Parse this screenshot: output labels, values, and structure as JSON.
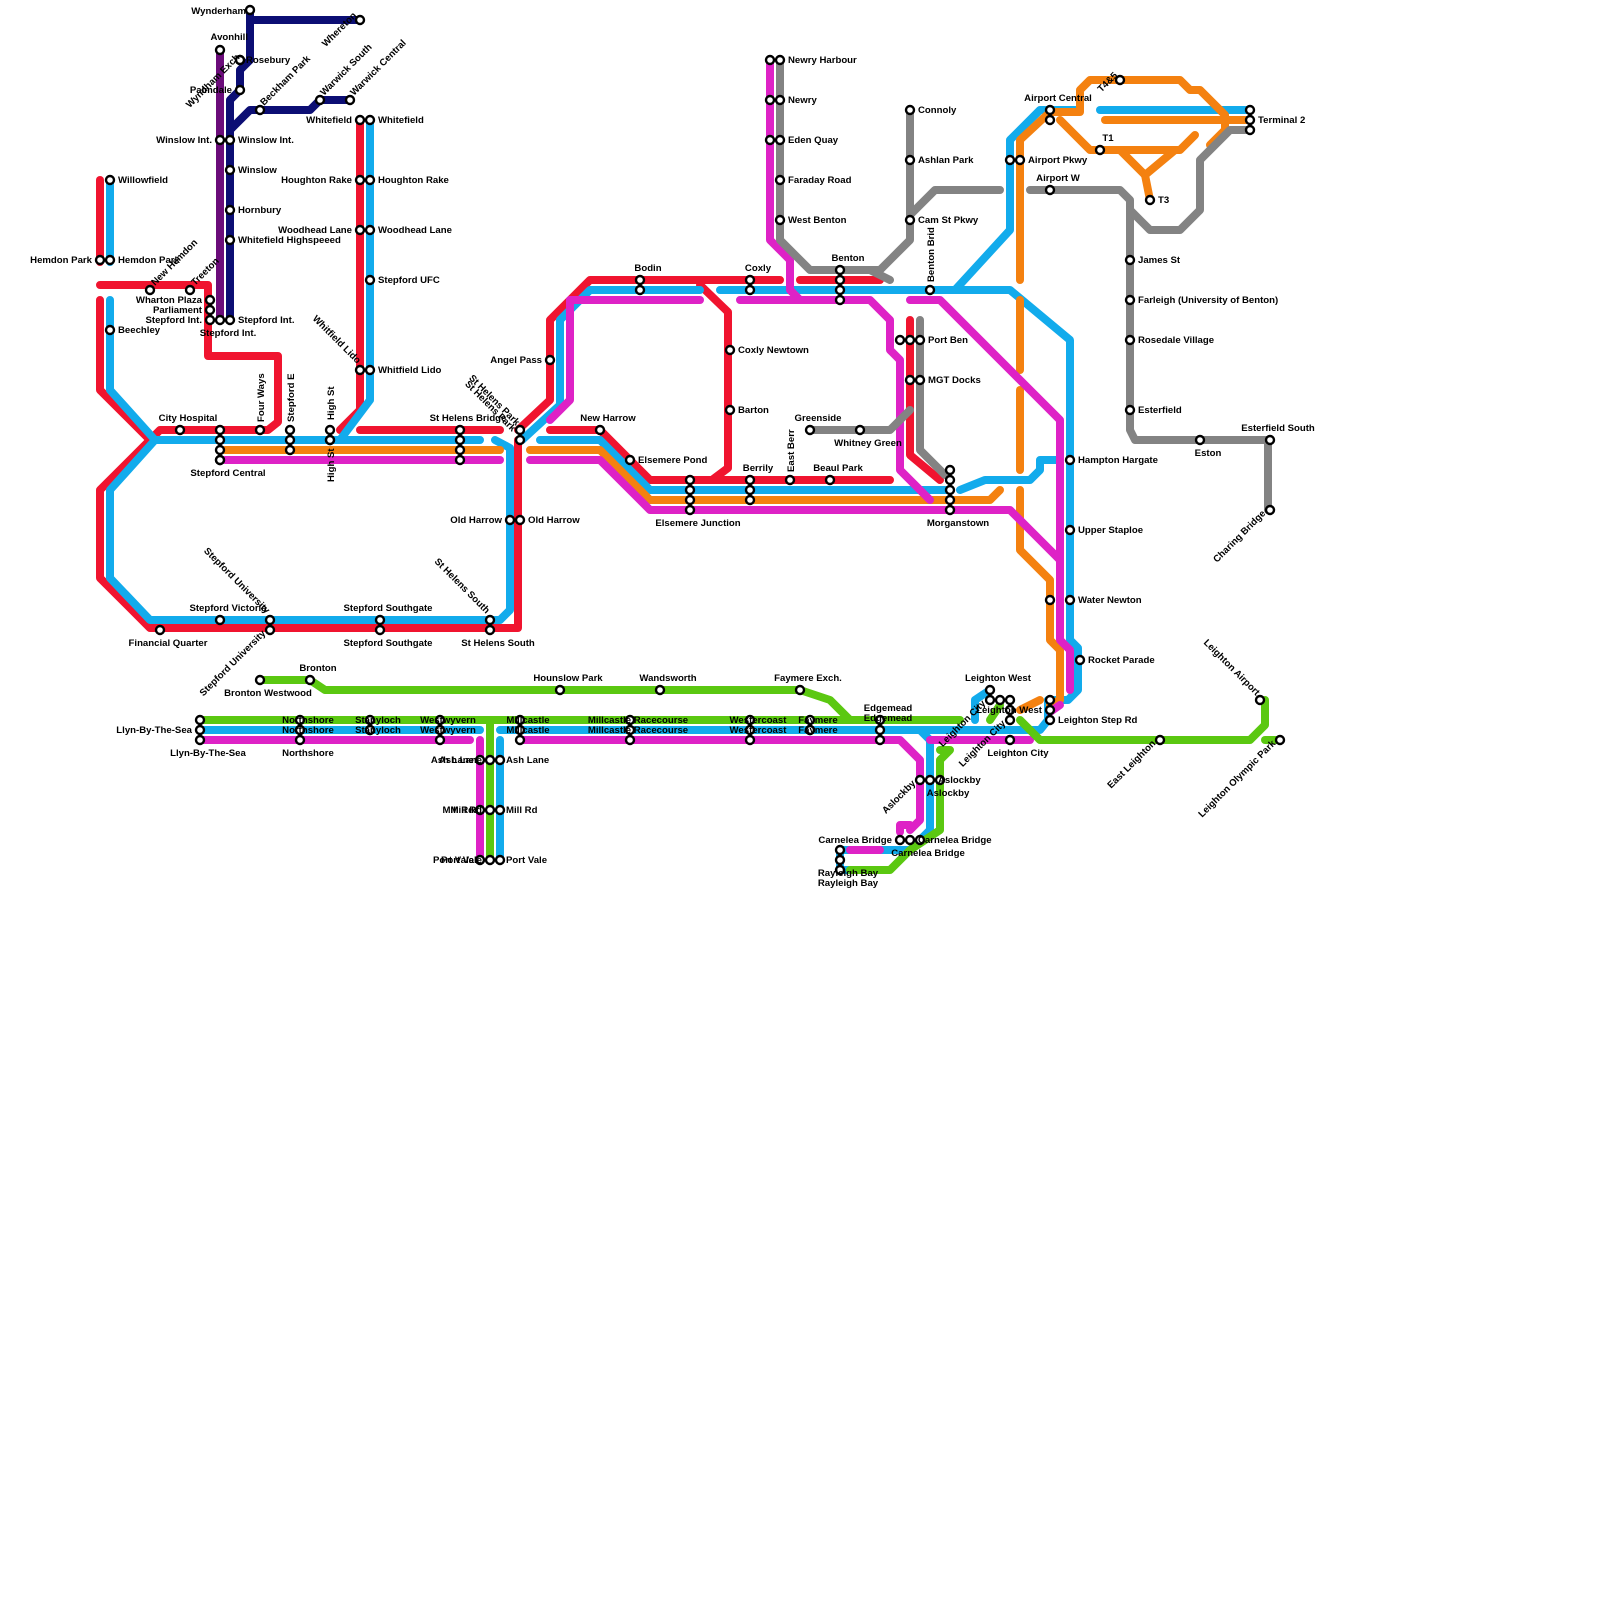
{
  "map": {
    "colors": {
      "red": "#f0142f",
      "blue": "#12abec",
      "orange": "#f48110",
      "magenta": "#de22c6",
      "grey": "#838383",
      "green": "#5bc811",
      "navy": "#0c0e74",
      "purple": "#6b0c7a"
    },
    "stations": [
      {
        "id": "wynderham",
        "label": "Wynderham"
      },
      {
        "id": "whereton",
        "label": "Whereton"
      },
      {
        "id": "avonhill",
        "label": "Avonhill"
      },
      {
        "id": "wyndham_exch",
        "label": "Wyndham Exch."
      },
      {
        "id": "rosebury",
        "label": "Rosebury"
      },
      {
        "id": "palmdale",
        "label": "Palmdale"
      },
      {
        "id": "beckham_park",
        "label": "Beckham Park"
      },
      {
        "id": "warwick_south",
        "label": "Warwick South"
      },
      {
        "id": "warwick_central",
        "label": "Warwick Central"
      },
      {
        "id": "winslow_int_l",
        "label": "Winslow Int."
      },
      {
        "id": "winslow_int_r",
        "label": "Winslow Int."
      },
      {
        "id": "winslow",
        "label": "Winslow"
      },
      {
        "id": "hornbury",
        "label": "Hornbury"
      },
      {
        "id": "whitefield_highspeed",
        "label": "Whitefield Highspeeed"
      },
      {
        "id": "whitefield_l",
        "label": "Whitefield"
      },
      {
        "id": "whitefield_r",
        "label": "Whitefield"
      },
      {
        "id": "houghton_rake_l",
        "label": "Houghton Rake"
      },
      {
        "id": "houghton_rake_r",
        "label": "Houghton Rake"
      },
      {
        "id": "woodhead_lane_l",
        "label": "Woodhead Lane"
      },
      {
        "id": "woodhead_lane_r",
        "label": "Woodhead Lane"
      },
      {
        "id": "stepford_ufc",
        "label": "Stepford UFC"
      },
      {
        "id": "whitfield_lido_l",
        "label": "Whitfield Lido"
      },
      {
        "id": "whitfield_lido_r",
        "label": "Whitfield Lido"
      },
      {
        "id": "willowfield",
        "label": "Willowfield"
      },
      {
        "id": "hemdon_park_l",
        "label": "Hemdon Park"
      },
      {
        "id": "hemdon_park_r",
        "label": "Hemdon Park"
      },
      {
        "id": "new_hemdon",
        "label": "New Hemdon"
      },
      {
        "id": "beechley",
        "label": "Beechley"
      },
      {
        "id": "treeton",
        "label": "Treeton"
      },
      {
        "id": "wharton_plaza",
        "label": "Wharton Plaza"
      },
      {
        "id": "parliament",
        "label": "Parliament"
      },
      {
        "id": "stepford_int_l",
        "label": "Stepford Int."
      },
      {
        "id": "stepford_int_b",
        "label": "Stepford Int."
      },
      {
        "id": "stepford_int_r",
        "label": "Stepford Int."
      },
      {
        "id": "city_hospital",
        "label": "City Hospital"
      },
      {
        "id": "four_ways",
        "label": "Four Ways"
      },
      {
        "id": "stepford_e",
        "label": "Stepford E"
      },
      {
        "id": "high_st_a",
        "label": "High St"
      },
      {
        "id": "high_st_b",
        "label": "High St"
      },
      {
        "id": "stepford_central",
        "label": "Stepford Central"
      },
      {
        "id": "st_helens_bridge",
        "label": "St Helens Bridge"
      },
      {
        "id": "st_helens_park_a",
        "label": "St Helens Park"
      },
      {
        "id": "st_helens_park_b",
        "label": "St Helens Park"
      },
      {
        "id": "angel_pass",
        "label": "Angel Pass"
      },
      {
        "id": "new_harrow",
        "label": "New Harrow"
      },
      {
        "id": "old_harrow_l",
        "label": "Old Harrow"
      },
      {
        "id": "old_harrow_r",
        "label": "Old Harrow"
      },
      {
        "id": "stepford_victoria",
        "label": "Stepford Victoria"
      },
      {
        "id": "stepford_university_a",
        "label": "Stepford University"
      },
      {
        "id": "stepford_university_b",
        "label": "Stepford University"
      },
      {
        "id": "stepford_southgate_a",
        "label": "Stepford Southgate"
      },
      {
        "id": "stepford_southgate_b",
        "label": "Stepford Southgate"
      },
      {
        "id": "st_helens_south_a",
        "label": "St Helens South"
      },
      {
        "id": "st_helens_south_b",
        "label": "St Helens South"
      },
      {
        "id": "financial_quarter",
        "label": "Financial Quarter"
      },
      {
        "id": "bodin",
        "label": "Bodin"
      },
      {
        "id": "coxly",
        "label": "Coxly"
      },
      {
        "id": "coxly_newtown",
        "label": "Coxly Newtown"
      },
      {
        "id": "barton",
        "label": "Barton"
      },
      {
        "id": "elsemere_pond",
        "label": "Elsemere Pond"
      },
      {
        "id": "elsemere_junction",
        "label": "Elsemere Junction"
      },
      {
        "id": "berrily",
        "label": "Berrily"
      },
      {
        "id": "east_berr",
        "label": "East Berr"
      },
      {
        "id": "beaul_park",
        "label": "Beaul Park"
      },
      {
        "id": "greenside",
        "label": "Greenside"
      },
      {
        "id": "whitney_green",
        "label": "Whitney Green"
      },
      {
        "id": "morganstown",
        "label": "Morganstown"
      },
      {
        "id": "newry_harbour",
        "label": "Newry Harbour"
      },
      {
        "id": "newry",
        "label": "Newry"
      },
      {
        "id": "eden_quay",
        "label": "Eden Quay"
      },
      {
        "id": "faraday_road",
        "label": "Faraday Road"
      },
      {
        "id": "west_benton",
        "label": "West Benton"
      },
      {
        "id": "benton",
        "label": "Benton"
      },
      {
        "id": "benton_brid",
        "label": "Benton Brid"
      },
      {
        "id": "port_ben",
        "label": "Port Ben"
      },
      {
        "id": "mgt_docks",
        "label": "MGT Docks"
      },
      {
        "id": "connoly",
        "label": "Connoly"
      },
      {
        "id": "ashlan_park",
        "label": "Ashlan Park"
      },
      {
        "id": "cam_st_pkwy",
        "label": "Cam St Pkwy"
      },
      {
        "id": "airport_central",
        "label": "Airport Central"
      },
      {
        "id": "t4_5",
        "label": "T4&5"
      },
      {
        "id": "terminal_2",
        "label": "Terminal 2"
      },
      {
        "id": "t1",
        "label": "T1"
      },
      {
        "id": "airport_pkwy",
        "label": "Airport Pkwy"
      },
      {
        "id": "airport_w",
        "label": "Airport W"
      },
      {
        "id": "t3",
        "label": "T3"
      },
      {
        "id": "james_st",
        "label": "James St"
      },
      {
        "id": "farleigh",
        "label": "Farleigh (University of Benton)"
      },
      {
        "id": "rosedale_village",
        "label": "Rosedale Village"
      },
      {
        "id": "esterfield",
        "label": "Esterfield"
      },
      {
        "id": "eston",
        "label": "Eston"
      },
      {
        "id": "esterfield_south",
        "label": "Esterfield South"
      },
      {
        "id": "charing_bridge",
        "label": "Charing Bridge"
      },
      {
        "id": "hampton_hargate",
        "label": "Hampton Hargate"
      },
      {
        "id": "upper_staploe",
        "label": "Upper Staploe"
      },
      {
        "id": "water_newton",
        "label": "Water Newton"
      },
      {
        "id": "rocket_parade",
        "label": "Rocket Parade"
      },
      {
        "id": "leighton_step_rd",
        "label": "Leighton Step Rd"
      },
      {
        "id": "leighton_west",
        "label": "Leighton West"
      },
      {
        "id": "leighton_west_b",
        "label": "Leighton West"
      },
      {
        "id": "leighton_city_a",
        "label": "Leighton City"
      },
      {
        "id": "leighton_city_b",
        "label": "Leighton City"
      },
      {
        "id": "leighton_city_c",
        "label": "Leighton City"
      },
      {
        "id": "leighton_airport",
        "label": "Leighton Airport"
      },
      {
        "id": "east_leighton",
        "label": "East Leighton"
      },
      {
        "id": "leighton_olympic_park",
        "label": "Leighton Olympic Park"
      },
      {
        "id": "bronton",
        "label": "Bronton"
      },
      {
        "id": "bronton_westwood",
        "label": "Bronton Westwood"
      },
      {
        "id": "hounslow_park",
        "label": "Hounslow Park"
      },
      {
        "id": "wandsworth",
        "label": "Wandsworth"
      },
      {
        "id": "faymere_exch",
        "label": "Faymere Exch."
      },
      {
        "id": "llyn_a",
        "label": "Llyn-By-The-Sea"
      },
      {
        "id": "llyn_b",
        "label": "Llyn-By-The-Sea"
      },
      {
        "id": "northshore_a",
        "label": "Northshore"
      },
      {
        "id": "northshore_b",
        "label": "Northshore"
      },
      {
        "id": "northshore_c",
        "label": "Northshore"
      },
      {
        "id": "stanyloch_a",
        "label": "Stanyloch"
      },
      {
        "id": "stanyloch_b",
        "label": "Stanyloch"
      },
      {
        "id": "westwyvern_a",
        "label": "Westwyvern"
      },
      {
        "id": "westwyvern_b",
        "label": "Westwyvern"
      },
      {
        "id": "millcastle_a",
        "label": "Millcastle"
      },
      {
        "id": "millcastle_b",
        "label": "Millcastle"
      },
      {
        "id": "millcastle_racecourse_a",
        "label": "Millcastle Racecourse"
      },
      {
        "id": "millcastle_racecourse_b",
        "label": "Millcastle Racecourse"
      },
      {
        "id": "westercoast_a",
        "label": "Westercoast"
      },
      {
        "id": "westercoast_b",
        "label": "Westercoast"
      },
      {
        "id": "faymere_a",
        "label": "Faymere"
      },
      {
        "id": "faymere_b",
        "label": "Faymere"
      },
      {
        "id": "edgemead_a",
        "label": "Edgemead"
      },
      {
        "id": "edgemead_b",
        "label": "Edgemead"
      },
      {
        "id": "ashlan_lane_l",
        "label": "Ash Lane"
      },
      {
        "id": "ashlan_lane_m",
        "label": "Ash Lane"
      },
      {
        "id": "ashlan_lane_r",
        "label": "Ash Lane"
      },
      {
        "id": "mill_rd_l",
        "label": "Mill Rd"
      },
      {
        "id": "mill_rd_m",
        "label": "Mill Rd"
      },
      {
        "id": "mill_rd_r",
        "label": "Mill Rd"
      },
      {
        "id": "port_vale_l",
        "label": "Port Vale"
      },
      {
        "id": "port_vale_m",
        "label": "Port Vale"
      },
      {
        "id": "port_vale_r",
        "label": "Port Vale"
      },
      {
        "id": "aslockby_a",
        "label": "Aslockby"
      },
      {
        "id": "aslockby_b",
        "label": "Aslockby"
      },
      {
        "id": "aslockby_c",
        "label": "Aslockby"
      },
      {
        "id": "carnelea_bridge_a",
        "label": "Carnelea Bridge"
      },
      {
        "id": "carnelea_bridge_b",
        "label": "Carnelea Bridge"
      },
      {
        "id": "carnelea_bridge_c",
        "label": "Carnelea Bridge"
      },
      {
        "id": "rayleigh_bay_a",
        "label": "Rayleigh Bay"
      },
      {
        "id": "rayleigh_bay_b",
        "label": "Rayleigh Bay"
      }
    ]
  }
}
